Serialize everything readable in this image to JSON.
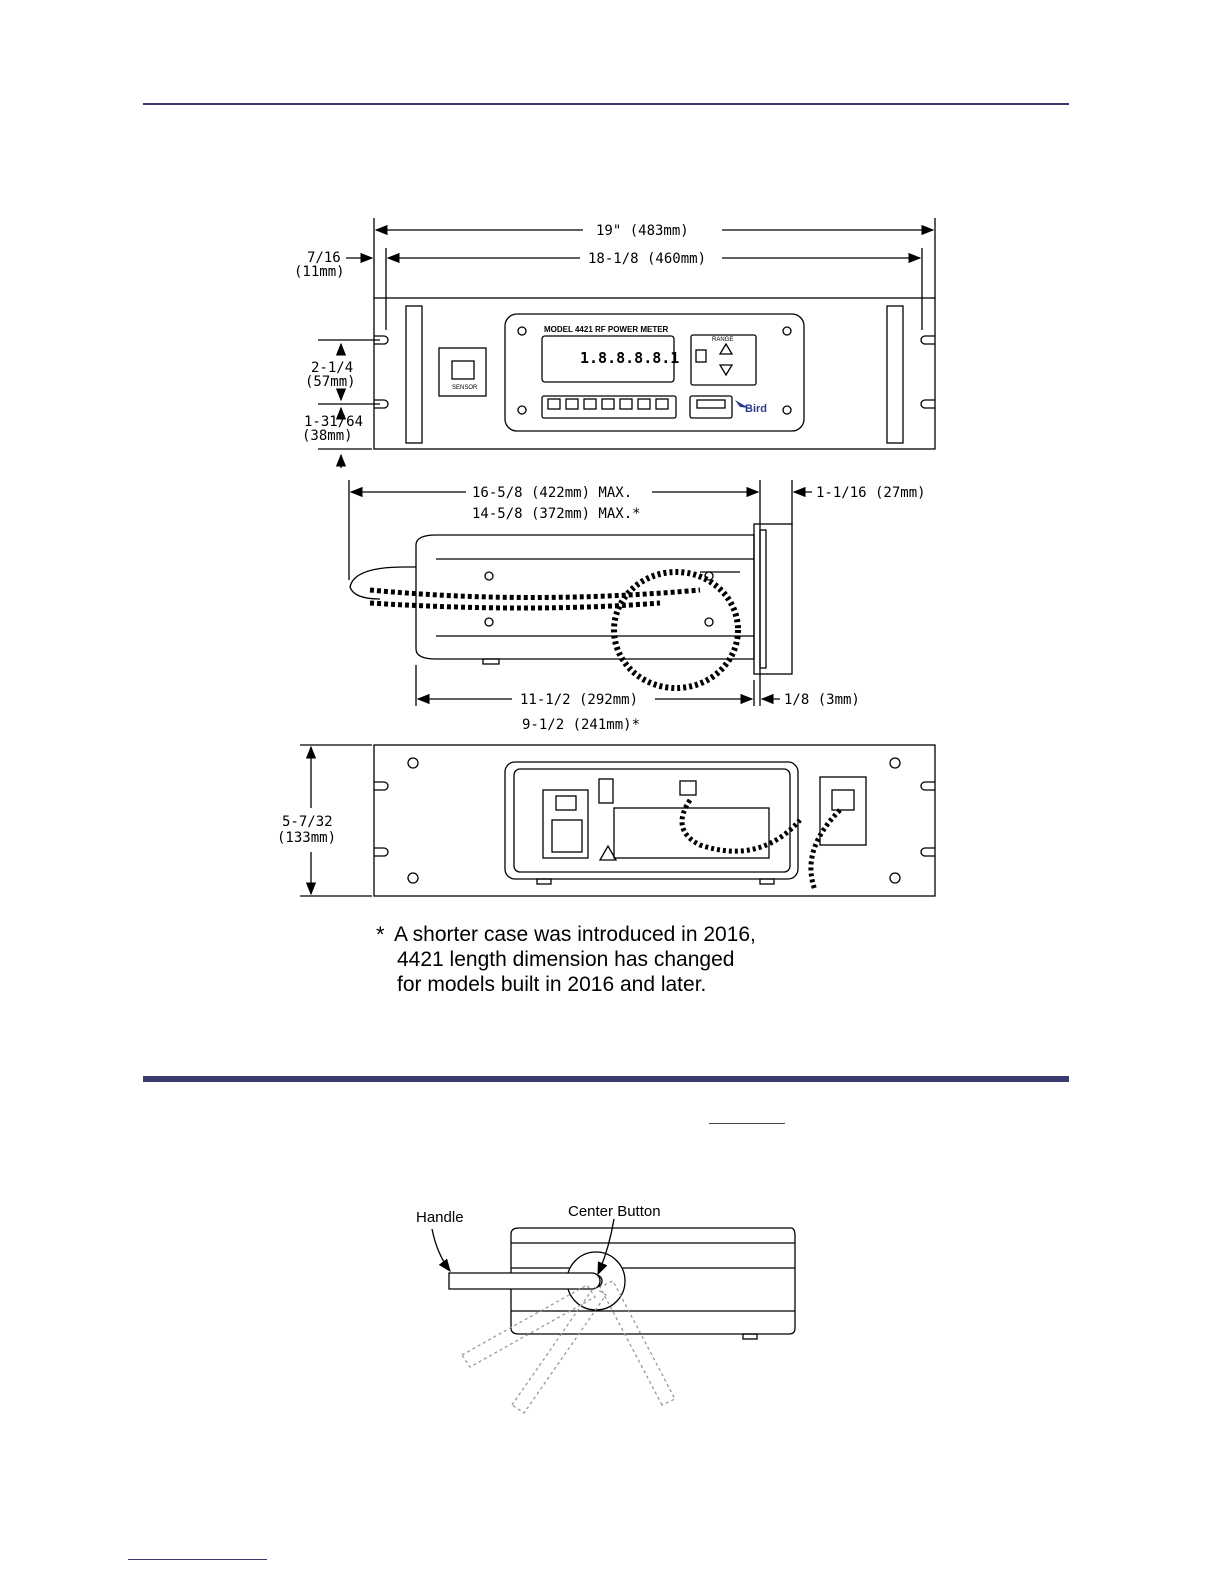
{
  "dimensions": {
    "overall_width": "19\" (483mm)",
    "inner_width": "18-1/8 (460mm)",
    "ear_offset_a": "7/16",
    "ear_offset_b": "(11mm)",
    "hole_spacing_a": "2-1/4",
    "hole_spacing_b": "(57mm)",
    "hole_bottom_a": "1-31/64",
    "hole_bottom_b": "(38mm)",
    "depth_max": "16-5/8 (422mm) MAX.",
    "depth_max_short": "14-5/8 (372mm) MAX.*",
    "panel_depth": "1-1/16 (27mm)",
    "case_length": "11-1/2 (292mm)",
    "case_length_short": "9-1/2 (241mm)*",
    "panel_thickness": "1/8 (3mm)",
    "height_a": "5-7/32",
    "height_b": "(133mm)"
  },
  "front_panel": {
    "model_label": "MODEL 4421 RF POWER METER",
    "display_digits": "1.8.8.8.8.1",
    "range_label": "RANGE",
    "sensor_label": "SENSOR",
    "brand": "Bird"
  },
  "footnote": {
    "star": "*",
    "line1": "A shorter case was introduced in 2016,",
    "line2": "4421 length dimension has changed",
    "line3": "for models built in 2016 and later."
  },
  "handle_figure": {
    "handle_label": "Handle",
    "center_button_label": "Center Button"
  }
}
